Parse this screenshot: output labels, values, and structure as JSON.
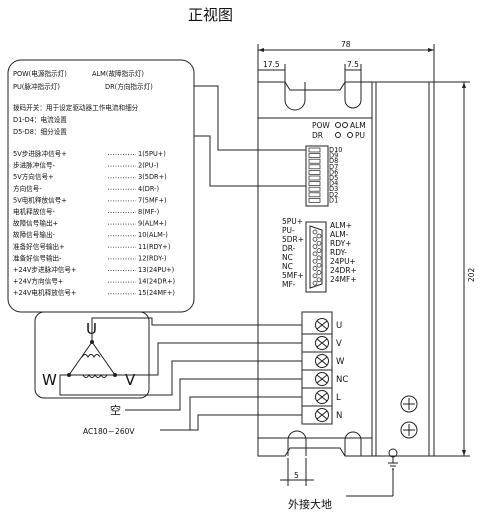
{
  "title": "正视图",
  "legend_box": {
    "line1_a": "POW(电源指示灯)",
    "line1_b": "ALM(故障指示灯)",
    "line2_a": "PU(脉冲指示灯)",
    "line2_b": "DR(方向指示灯)",
    "line3": "拨码开关：用于设定驱动器工作电流和细分",
    "line4": "D1-D4：电流设置",
    "line5": "D5-D8：细分设置",
    "signals": [
      {
        "name": "5V步进脉冲信号+",
        "pin": "1(5PU+)"
      },
      {
        "name": "步进脉冲信号-",
        "pin": "2(PU-)"
      },
      {
        "name": "5V方向信号+",
        "pin": "3(5DR+)"
      },
      {
        "name": "方向信号-",
        "pin": "4(DR-)"
      },
      {
        "name": "5V电机释放信号+",
        "pin": "7(5MF+)"
      },
      {
        "name": "电机释放信号-",
        "pin": "8(MF-)"
      },
      {
        "name": "故障信号输出+",
        "pin": "9(ALM+)"
      },
      {
        "name": "故障信号输出-",
        "pin": "10(ALM-)"
      },
      {
        "name": "准备好信号输出+",
        "pin": "11(RDY+)"
      },
      {
        "name": "准备好信号输出-",
        "pin": "12(RDY-)"
      },
      {
        "name": "+24V步进脉冲信号+",
        "pin": "13(24PU+)"
      },
      {
        "name": "+24V方向信号+",
        "pin": "14(24DR+)"
      },
      {
        "name": "+24V电机释放信号+",
        "pin": "15(24MF+)"
      }
    ]
  },
  "dimensions": {
    "width_total": "78",
    "left_offset": "17.5",
    "right_offset": "7.5",
    "height": "202",
    "bottom_slot": "5"
  },
  "leds": {
    "pow": "POW",
    "alm": "ALM",
    "dr": "DR",
    "pu": "PU"
  },
  "dip_switch": {
    "labels": [
      "D10",
      "D9",
      "D8",
      "D7",
      "D6",
      "D5",
      "D4",
      "D3",
      "D2",
      "D1"
    ]
  },
  "db15": {
    "left_labels": [
      "5PU+",
      "PU-",
      "5DR+",
      "DR-",
      "NC",
      "NC",
      "5MF+",
      "MF-"
    ],
    "right_labels": [
      "ALM+",
      "ALM-",
      "RDY+",
      "RDY-",
      "24PU+",
      "24DR+",
      "24MF+"
    ]
  },
  "terminals": [
    "U",
    "V",
    "W",
    "NC",
    "L",
    "N"
  ],
  "motor": {
    "u": "U",
    "v": "V",
    "w": "W"
  },
  "annotations": {
    "empty": "空",
    "ac_input": "AC180－260V",
    "ground": "外接大地"
  }
}
